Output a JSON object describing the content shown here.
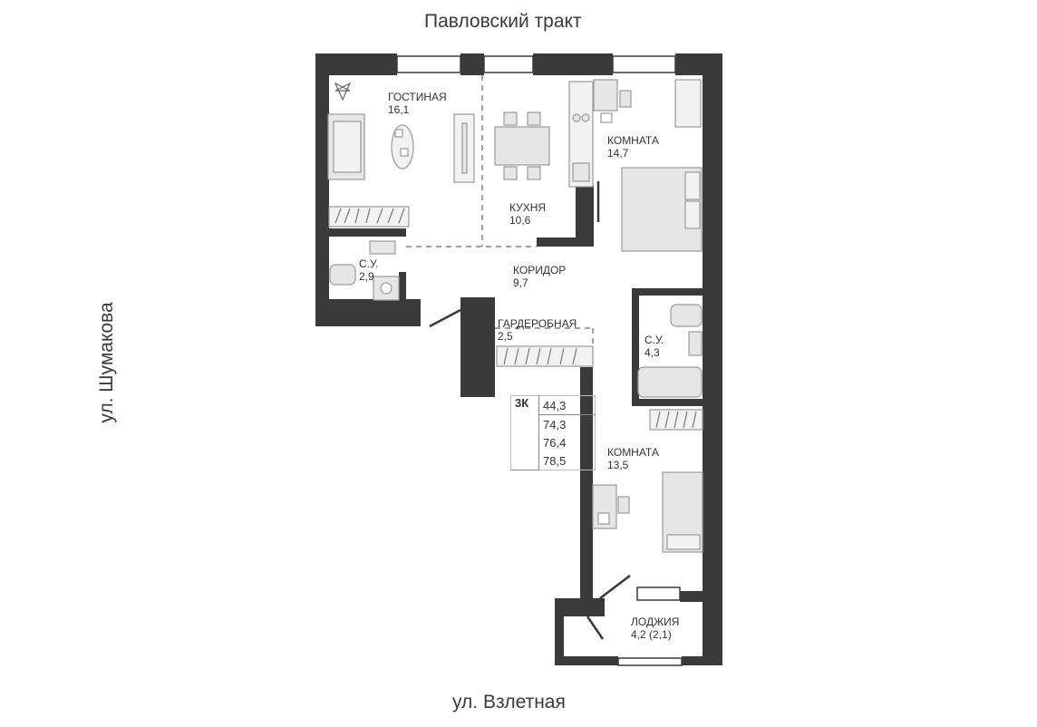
{
  "streets": {
    "top": "Павловский тракт",
    "bottom": "ул. Взлетная",
    "left": "ул. Шумакова"
  },
  "rooms": [
    {
      "id": "living",
      "name": "ГОСТИНАЯ",
      "area": "16,1"
    },
    {
      "id": "kitchen",
      "name": "КУХНЯ",
      "area": "10,6"
    },
    {
      "id": "bedroom1",
      "name": "КОМНАТА",
      "area": "14,7"
    },
    {
      "id": "bath1",
      "name": "С.У.",
      "area": "2,9"
    },
    {
      "id": "corridor",
      "name": "КОРИДОР",
      "area": "9,7"
    },
    {
      "id": "wardrobe",
      "name": "ГАРДЕРОБНАЯ",
      "area": "2,5"
    },
    {
      "id": "bath2",
      "name": "С.У.",
      "area": "4,3"
    },
    {
      "id": "bedroom2",
      "name": "КОМНАТА",
      "area": "13,5"
    },
    {
      "id": "loggia",
      "name": "ЛОДЖИЯ",
      "area": "4,2 (2,1)"
    }
  ],
  "area_table": {
    "type": "3К",
    "values": [
      "44,3",
      "74,3",
      "76,4",
      "78,5"
    ]
  },
  "colors": {
    "wall": "#3a3a3a",
    "furniture_stroke": "#9a9a9a",
    "furniture_fill": "#e6e6e6",
    "text": "#333333"
  }
}
